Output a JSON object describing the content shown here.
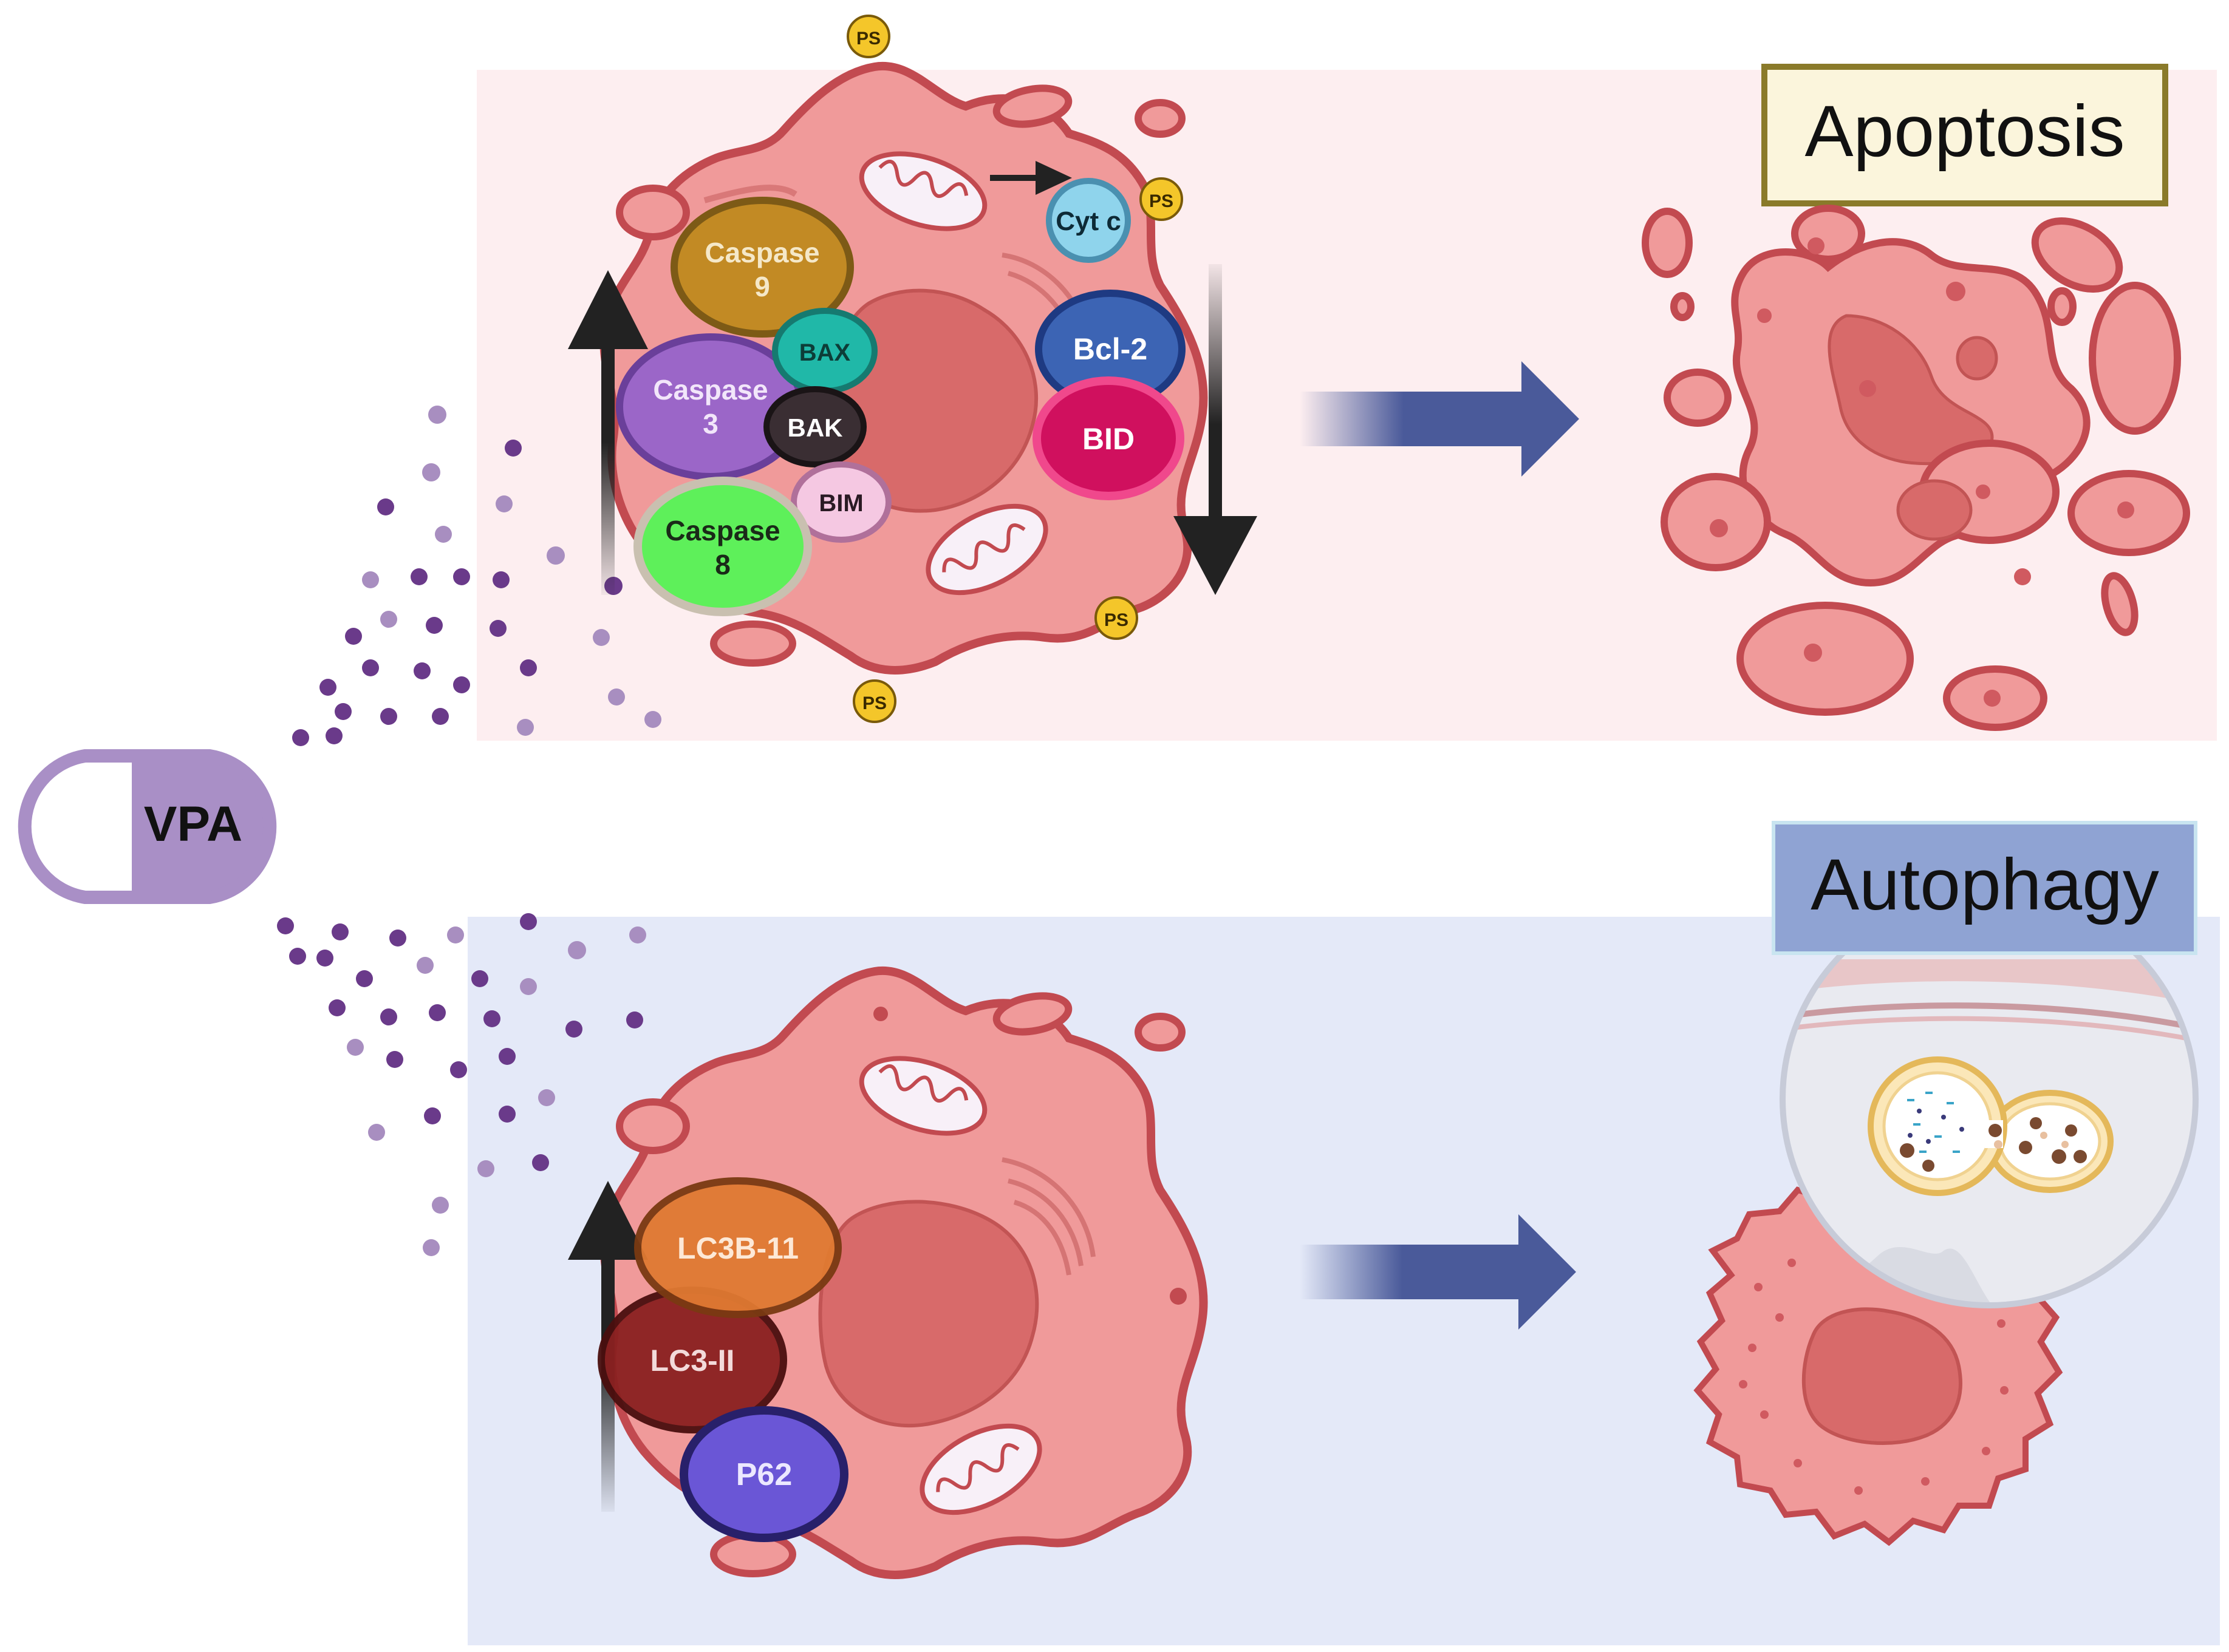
{
  "drug": {
    "label": "VPA"
  },
  "apoptosis": {
    "title": "Apoptosis",
    "markers": {
      "caspase9": [
        "Caspase",
        "9"
      ],
      "caspase3": [
        "Caspase",
        "3"
      ],
      "caspase8": [
        "Caspase",
        "8"
      ],
      "bax": "BAX",
      "bak": "BAK",
      "bim": "BIM",
      "cytc": "Cyt c",
      "bcl2": "Bcl-2",
      "bid": "BID"
    },
    "ps_badge": "PS"
  },
  "autophagy": {
    "title": "Autophagy",
    "markers": {
      "lc3b": "LC3B-11",
      "lc3ii": "LC3-II",
      "p62": "P62"
    }
  },
  "colors": {
    "apoptosis_panel": "#fdeef0",
    "autophagy_panel": "#e4e9f8",
    "cell": "#f09a9a",
    "cell_outline": "#c24a50",
    "nucleus": "#d86a6a",
    "arrow_blue": "#4a5a9a",
    "drug_purple": "#a98fc6",
    "apoptosis_title_bg": "#fbf5dc",
    "apoptosis_title_border": "#8a7a2a",
    "autophagy_title_bg": "#8fa3d3"
  }
}
